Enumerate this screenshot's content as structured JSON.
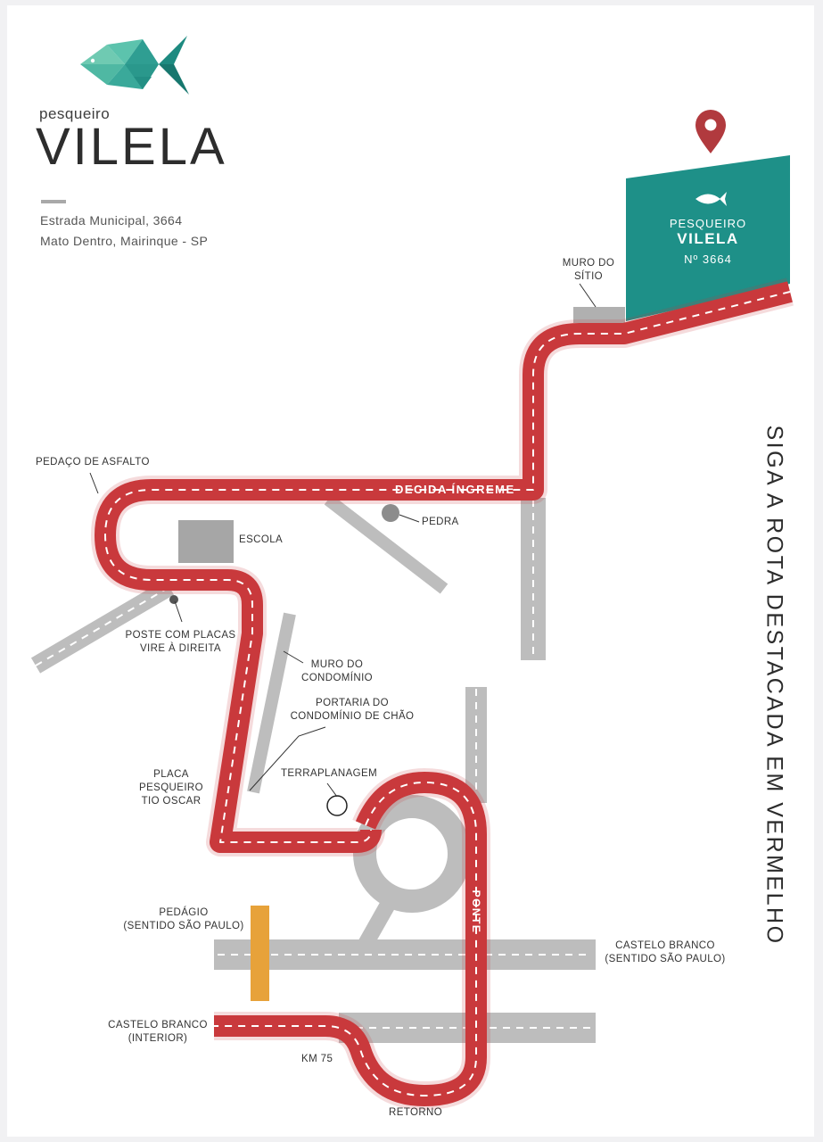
{
  "brand": {
    "small": "pesqueiro",
    "name": "VILELA",
    "address_line1": "Estrada Municipal, 3664",
    "address_line2": "Mato Dentro, Mairinque - SP"
  },
  "destination": {
    "line1": "PESQUEIRO",
    "line2": "VILELA",
    "number": "Nº 3664",
    "color": "#1e9088"
  },
  "instruction": "SIGA A ROTA DESTACADA EM VERMELHO",
  "road_labels": {
    "descent": "DECIDA ÍNGREME",
    "bridge": "PONTE"
  },
  "labels": {
    "muro_sitio": [
      "MURO DO",
      "SÍTIO"
    ],
    "pedaco_asfalto": "PEDAÇO DE ASFALTO",
    "pedra": "PEDRA",
    "escola": "ESCOLA",
    "poste": [
      "POSTE COM PLACAS",
      "VIRE À DIREITA"
    ],
    "muro_condominio": [
      "MURO DO",
      "CONDOMÍNIO"
    ],
    "portaria": [
      "PORTARIA DO",
      "CONDOMÍNIO DE CHÃO"
    ],
    "placa": [
      "PLACA",
      "PESQUEIRO",
      "TIO OSCAR"
    ],
    "terraplanagem": "TERRAPLANAGEM",
    "pedagio": [
      "PEDÁGIO",
      "(SENTIDO SÃO PAULO)"
    ],
    "castelo_sp": [
      "CASTELO BRANCO",
      "(SENTIDO SÃO PAULO)"
    ],
    "castelo_interior": [
      "CASTELO BRANCO",
      "(INTERIOR)"
    ],
    "km": "KM 75",
    "retorno": "RETORNO"
  },
  "colors": {
    "route": "#c9393c",
    "road": "#bdbdbd",
    "building": "#a6a6a6",
    "toll": "#e7a23a",
    "pin": "#b13a3e",
    "fish_light": "#7fd3bd",
    "fish_dark": "#1e8f84"
  },
  "icons": {
    "logo": "fish-icon",
    "pin": "location-pin-icon",
    "destination": "fish-icon"
  }
}
